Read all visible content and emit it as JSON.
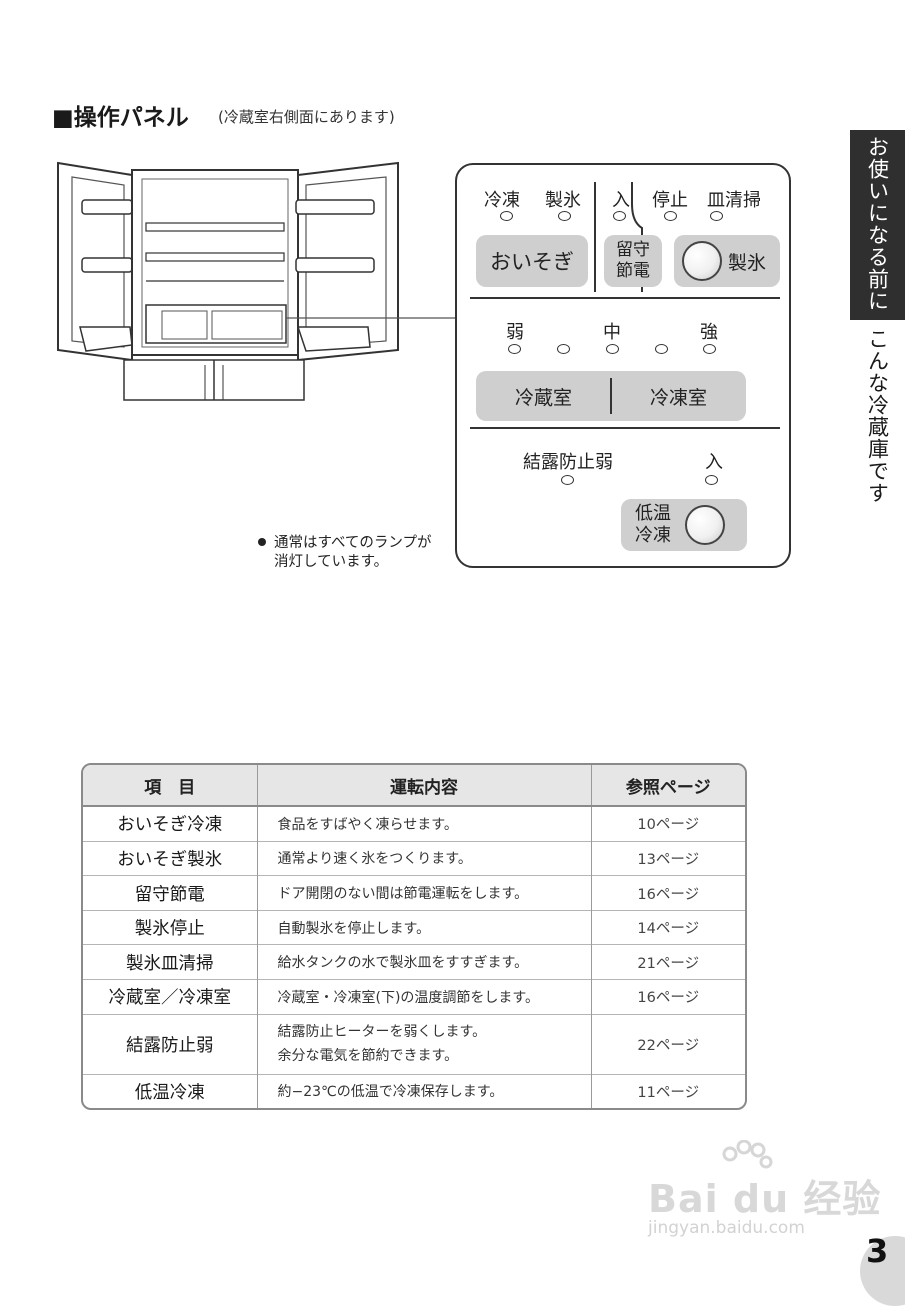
{
  "heading": {
    "title": "■操作パネル",
    "note": "(冷蔵室右側面にあります)"
  },
  "side_tab": {
    "dark": "お使いになる前に",
    "light": "こんな冷蔵庫です"
  },
  "panel": {
    "top_labels": [
      "冷凍",
      "製氷",
      "入",
      "停止",
      "皿清掃"
    ],
    "button_oisogi": "おいそぎ",
    "button_rusu": [
      "留守",
      "節電"
    ],
    "button_seihyo": "製氷",
    "level_labels": [
      "弱",
      "中",
      "強"
    ],
    "button_reizo": "冷蔵室",
    "button_reito": "冷凍室",
    "ketsuro_label": "結露防止弱",
    "ketsuro_on": "入",
    "button_teion": [
      "低温",
      "冷凍"
    ]
  },
  "note": [
    "通常はすべてのランプが",
    "消灯しています。"
  ],
  "table": {
    "headers": [
      "項　目",
      "運転内容",
      "参照ページ"
    ],
    "rows": [
      {
        "item": "おいそぎ冷凍",
        "desc": [
          "食品をすばやく凍らせます。"
        ],
        "page": "10ページ"
      },
      {
        "item": "おいそぎ製氷",
        "desc": [
          "通常より速く氷をつくります。"
        ],
        "page": "13ページ"
      },
      {
        "item": "留守節電",
        "desc": [
          "ドア開閉のない間は節電運転をします。"
        ],
        "page": "16ページ"
      },
      {
        "item": "製氷停止",
        "desc": [
          "自動製氷を停止します。"
        ],
        "page": "14ページ"
      },
      {
        "item": "製氷皿清掃",
        "desc": [
          "給水タンクの水で製氷皿をすすぎます。"
        ],
        "page": "21ページ"
      },
      {
        "item": "冷蔵室／冷凍室",
        "desc": [
          "冷蔵室・冷凍室(下)の温度調節をします。"
        ],
        "page": "16ページ"
      },
      {
        "item": "結露防止弱",
        "desc": [
          "結露防止ヒーターを弱くします。",
          "余分な電気を節約できます。"
        ],
        "page": "22ページ"
      },
      {
        "item": "低温冷凍",
        "desc": [
          "約−23℃の低温で冷凍保存します。"
        ],
        "page": "11ページ"
      }
    ]
  },
  "watermark": {
    "main": "Bai du 经验",
    "url": "jingyan.baidu.com"
  },
  "page_number": "3"
}
